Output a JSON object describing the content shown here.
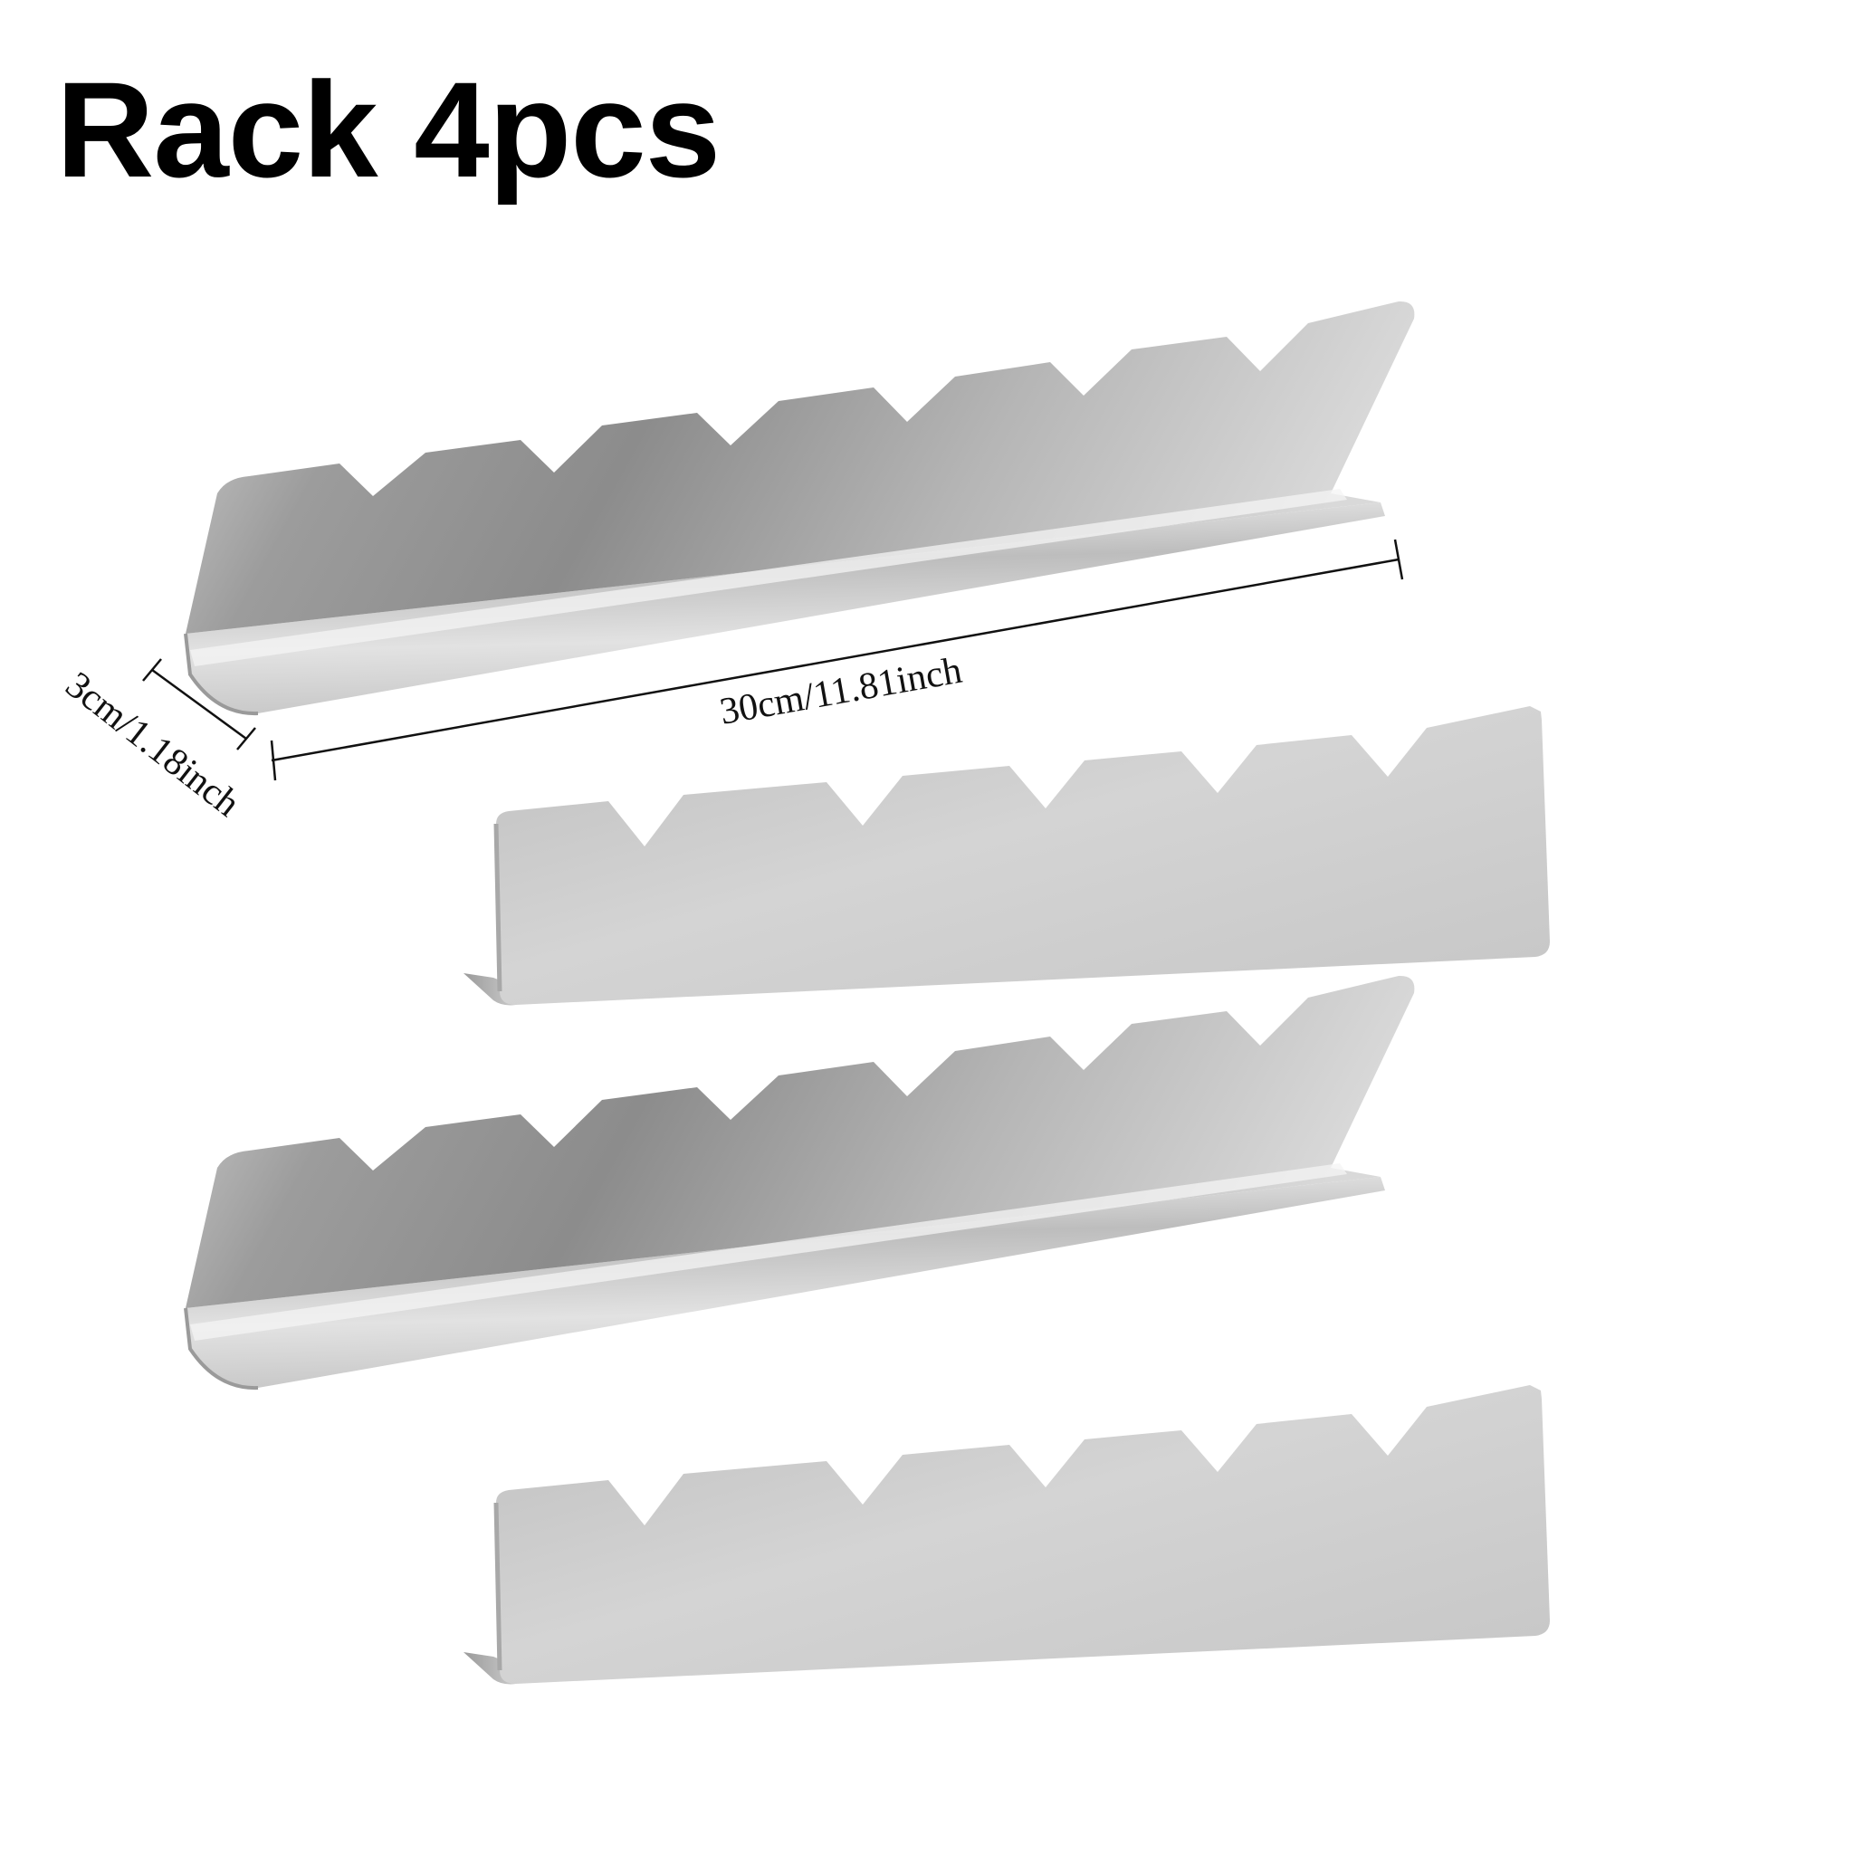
{
  "title": "Rack 4pcs",
  "dimensions": {
    "length_label": "30cm/11.81inch",
    "width_label": "3cm/1.18inch"
  },
  "product": {
    "piece_count": 4,
    "colors": {
      "metal_light": "#e6e6e6",
      "metal_mid": "#b9b9b9",
      "metal_dark": "#8a8a8a",
      "edge": "#9d9d9d"
    }
  }
}
